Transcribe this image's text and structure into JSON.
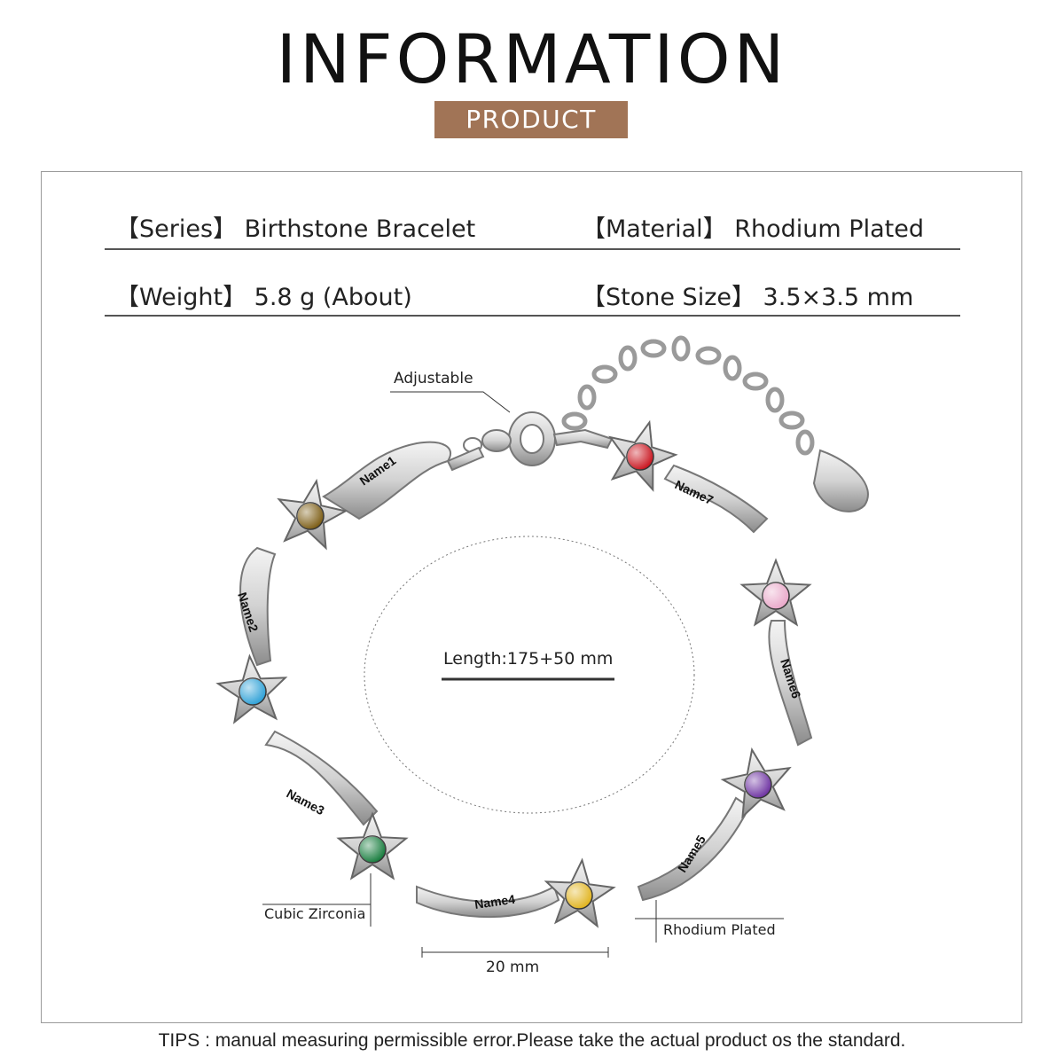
{
  "header": {
    "title": "INFORMATION",
    "badge": "PRODUCT"
  },
  "specs": {
    "series": "【Series】 Birthstone Bracelet",
    "material": "【Material】 Rhodium Plated",
    "weight": "【Weight】 5.8 g (About)",
    "stone_size": "【Stone Size】 3.5×3.5 mm"
  },
  "annotations": {
    "adjustable": "Adjustable",
    "length": "Length:175+50 mm",
    "cubic_zirconia": "Cubic Zirconia",
    "rhodium_plated": "Rhodium Plated",
    "segment_width": "20 mm"
  },
  "engravings": [
    "Name1",
    "Name2",
    "Name3",
    "Name4",
    "Name5",
    "Name6",
    "Name7"
  ],
  "stone_colors": [
    "#7a5a10",
    "#2a9fd6",
    "#137a3a",
    "#e0b21a",
    "#6b2fa0",
    "#e9a6c8",
    "#c8101a"
  ],
  "accent_color": "#a17456",
  "tips": "TIPS : manual measuring permissible error.Please take the actual product os the standard."
}
